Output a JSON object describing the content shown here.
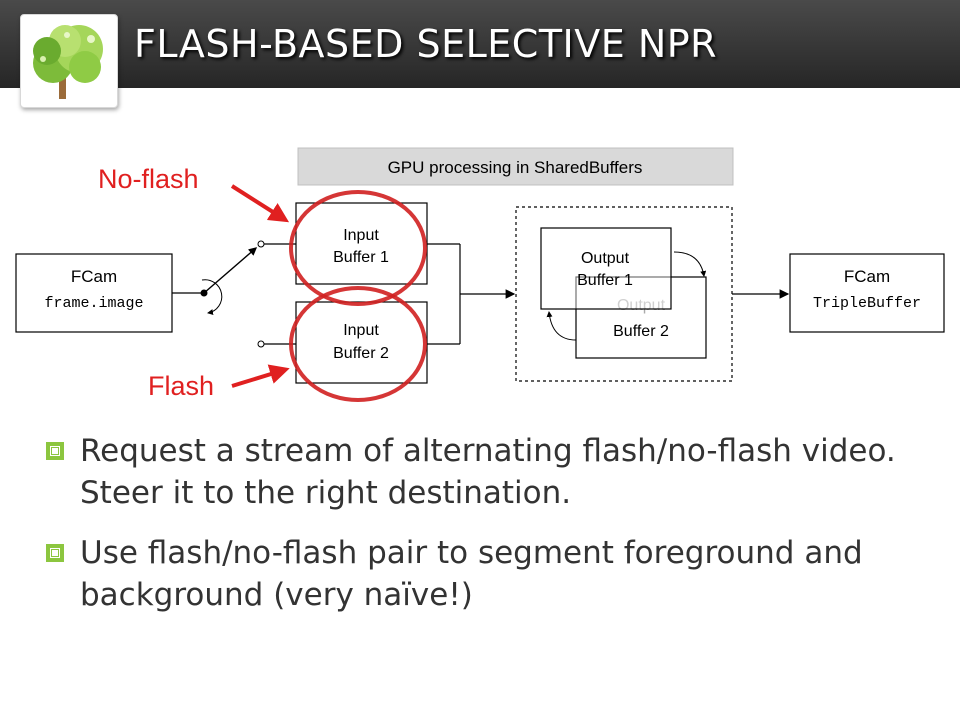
{
  "slide": {
    "title": "FLASH-BASED SELECTIVE NPR"
  },
  "logo": {
    "icon": "tree-icon"
  },
  "diagram": {
    "banner": "GPU processing in SharedBuffers",
    "source": {
      "line1": "FCam",
      "line2": "frame.image"
    },
    "input1": {
      "line1": "Input",
      "line2": "Buffer 1"
    },
    "input2": {
      "line1": "Input",
      "line2": "Buffer 2"
    },
    "output1": {
      "line1": "Output",
      "line2": "Buffer 1"
    },
    "output2": {
      "ghost": "Output",
      "line1": "Output",
      "line2": "Buffer 2"
    },
    "sink": {
      "line1": "FCam",
      "line2": "TripleBuffer"
    },
    "labels": {
      "no_flash": "No-flash",
      "flash": "Flash"
    },
    "colors": {
      "annotation": "#e02020",
      "banner": "#d9d9d9",
      "accent": "#8cc63f"
    }
  },
  "bullets": [
    "Request a stream of alternating flash/no-flash video. Steer it to the right destination.",
    "Use flash/no-flash pair to segment foreground and background (very naïve!)"
  ]
}
